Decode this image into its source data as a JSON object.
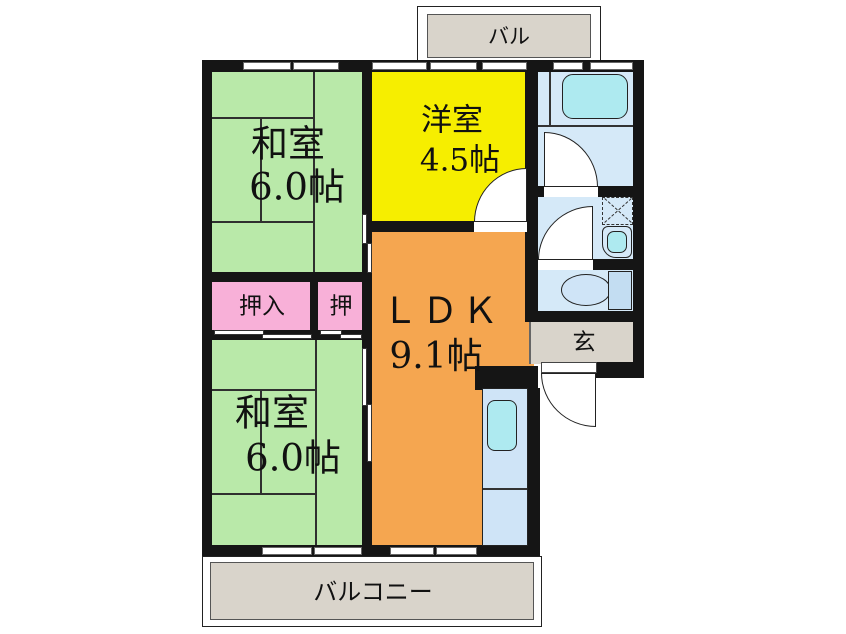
{
  "floorplan": {
    "rooms": {
      "washitsu_top": {
        "name": "和室",
        "size": "6.0帖"
      },
      "yoshitsu": {
        "name": "洋室",
        "size": "4.5帖"
      },
      "ldk": {
        "name": "ＬＤＫ",
        "size": "9.1帖"
      },
      "washitsu_bottom": {
        "name": "和室",
        "size": "6.0帖"
      },
      "oshiire": {
        "label": "押入"
      },
      "oshi": {
        "label": "押"
      },
      "genkan": {
        "label": "玄"
      },
      "balcony_top": {
        "label": "バル"
      },
      "balcony_bottom": {
        "label": "バルコニー"
      }
    },
    "fixtures": [
      "bathtub",
      "washing-machine",
      "washbasin",
      "toilet",
      "kitchen-sink",
      "kitchen-counter"
    ],
    "colors": {
      "tatami_room": "#b9e9a9",
      "western_room": "#f6ee00",
      "ldk": "#f5a650",
      "closet": "#f8b0d8",
      "wet_area": "#d5e9f8",
      "fixture_water": "#aeeaf0",
      "outdoor": "#d9d4cb",
      "wall": "#151515"
    }
  }
}
